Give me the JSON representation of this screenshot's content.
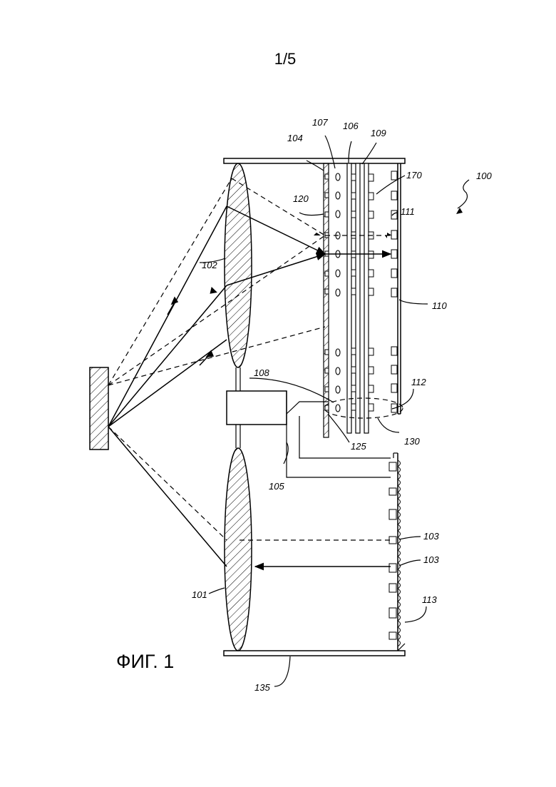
{
  "header": {
    "page_number": "1/5"
  },
  "figure": {
    "caption": "ФИГ. 1",
    "labels": {
      "r100": "100",
      "r101": "101",
      "r102": "102",
      "r103a": "103",
      "r103b": "103",
      "r104": "104",
      "r105": "105",
      "r106": "106",
      "r107": "107",
      "r108": "108",
      "r109": "109",
      "r110": "110",
      "r111": "111",
      "r112": "112",
      "r113": "113",
      "r120": "120",
      "r125": "125",
      "r130": "130",
      "r135": "135",
      "r170": "170"
    }
  }
}
